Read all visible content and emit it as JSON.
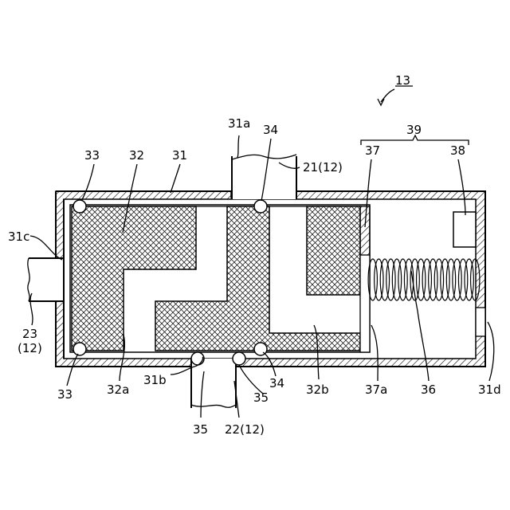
{
  "figure_ref": "13",
  "labels": {
    "l_13": "13",
    "l_39": "39",
    "l_31a": "31a",
    "l_34_top": "34",
    "l_21_12": "21(12)",
    "l_37": "37",
    "l_38": "38",
    "l_33_top": "33",
    "l_32": "32",
    "l_31": "31",
    "l_31c": "31c",
    "l_23": "23",
    "l_12_left": "(12)",
    "l_33_bottom": "33",
    "l_32a": "32a",
    "l_31b": "31b",
    "l_34_bottom": "34",
    "l_35_right": "35",
    "l_32b": "32b",
    "l_37a": "37a",
    "l_36": "36",
    "l_31d": "31d",
    "l_35_bottom": "35",
    "l_22_12": "22(12)"
  }
}
